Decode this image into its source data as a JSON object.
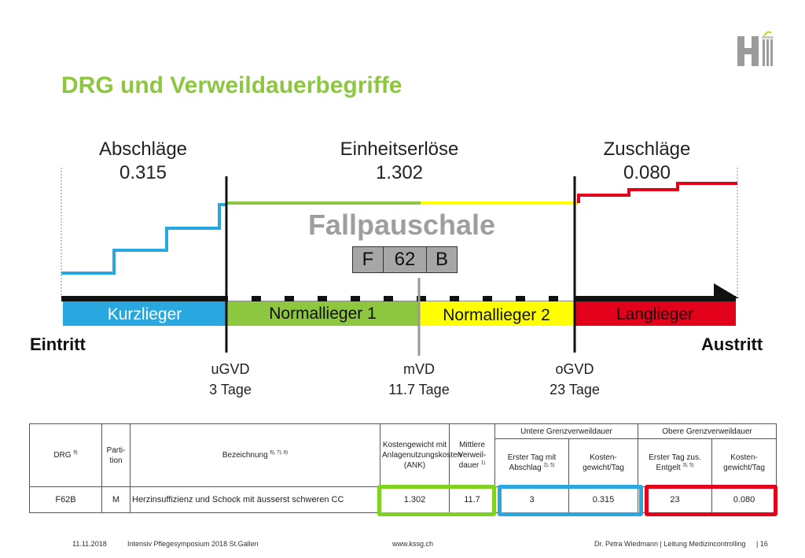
{
  "slide": {
    "title": "DRG und Verweildauerbegriffe",
    "colors": {
      "title": "#8dc63f",
      "blue": "#29a8e0",
      "green": "#8dc63f",
      "yellow": "#ffff00",
      "red": "#e2001a",
      "logo": "#9b9b9b"
    }
  },
  "headers": {
    "abschlaege": {
      "label": "Abschläge",
      "value": "0.315"
    },
    "einheitserloese": {
      "label": "Einheitserlöse",
      "value": "1.302"
    },
    "zuschlaege": {
      "label": "Zuschläge",
      "value": "0.080"
    }
  },
  "fallpauschale": {
    "label": "Fallpauschale",
    "drg_parts": [
      "F",
      "62",
      "B"
    ]
  },
  "segments": {
    "kurzlieger": "Kurzlieger",
    "normallieger1": "Normallieger 1",
    "normallieger2": "Normallieger 2",
    "langlieger": "Langlieger"
  },
  "ends": {
    "eintritt": "Eintritt",
    "austritt": "Austritt"
  },
  "markers": {
    "ugvd": {
      "label": "uGVD",
      "value": "3 Tage"
    },
    "mvd": {
      "label": "mVD",
      "value": "11.7 Tage"
    },
    "ogvd": {
      "label": "oGVD",
      "value": "23 Tage"
    }
  },
  "table": {
    "headers": {
      "drg": "DRG",
      "drg_sup": "9)",
      "partition": "Parti-tion",
      "bezeichnung": "Bezeichnung",
      "bezeichnung_sup": "6), 7), 8)",
      "kostengewicht": "Kostengewicht mit Anlagenutzungskosten (ANK)",
      "mittlere": "Mittlere Verweil-dauer",
      "mittlere_sup": "1)",
      "untere_group": "Untere Grenzverweildauer",
      "obere_group": "Obere Grenzverweildauer",
      "untere_tag": "Erster Tag mit Abschlag",
      "untere_tag_sup": "2), 5)",
      "untere_kosten": "Kosten-gewicht/Tag",
      "obere_tag": "Erster Tag zus. Entgelt",
      "obere_tag_sup": "3), 5)",
      "obere_kosten": "Kosten-gewicht/Tag"
    },
    "row": {
      "drg": "F62B",
      "partition": "M",
      "bezeichnung": "Herzinsuffizienz und Schock mit äusserst schweren CC",
      "kostengewicht": "1.302",
      "mittlere": "11.7",
      "untere_tag": "3",
      "untere_kosten": "0.315",
      "obere_tag": "23",
      "obere_kosten": "0.080"
    }
  },
  "footer": {
    "date": "11.11.2018",
    "event": "Intensiv Pflegesymposium 2018 St.Gallen",
    "url": "www.kssg.ch",
    "author": "Dr. Petra Wiedmann | Leitung Medizincontrolling",
    "page": "| 16"
  }
}
